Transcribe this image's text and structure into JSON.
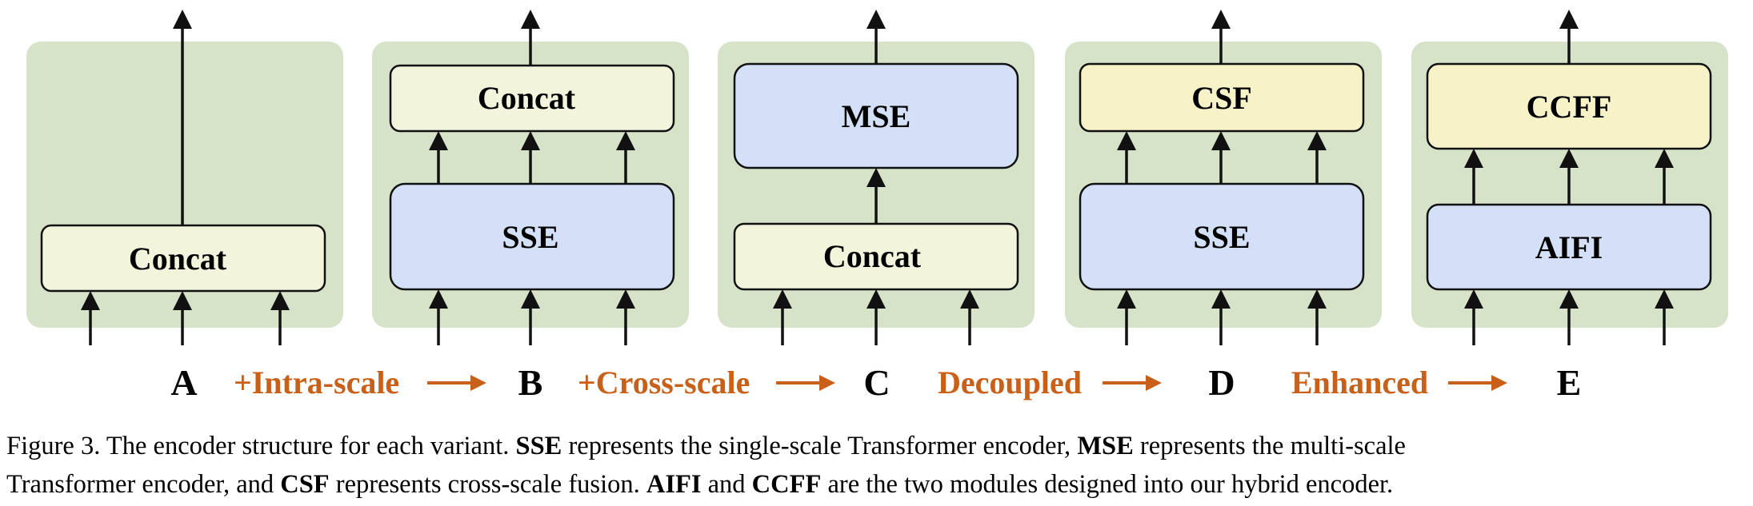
{
  "panels": [
    {
      "id": "A",
      "label": "A",
      "top_block": "Concat",
      "bottom_block": ""
    },
    {
      "id": "B",
      "label": "B",
      "top_block": "Concat",
      "bottom_block": "SSE"
    },
    {
      "id": "C",
      "label": "C",
      "top_block": "MSE",
      "bottom_block": "Concat"
    },
    {
      "id": "D",
      "label": "D",
      "top_block": "CSF",
      "bottom_block": "SSE"
    },
    {
      "id": "E",
      "label": "E",
      "top_block": "CCFF",
      "bottom_block": "AIFI"
    }
  ],
  "transitions": [
    "+Intra-scale",
    "+Cross-scale",
    "Decoupled",
    "Enhanced"
  ],
  "caption": {
    "prefix": "Figure 3. The encoder structure for each variant. ",
    "sse": "SSE",
    "t1": " represents the single-scale Transformer encoder, ",
    "mse": "MSE",
    "t2": " represents the multi-scale",
    "t3": "Transformer encoder, and ",
    "csf": "CSF",
    "t4": " represents cross-scale fusion. ",
    "aifi": "AIFI",
    "t5": " and ",
    "ccff": "CCFF",
    "t6": " are the two modules designed into our hybrid encoder."
  },
  "colors": {
    "panel_bg": "#d6e3c8",
    "concat_fill": "#f2f5dc",
    "blue_fill": "#d3e0f7",
    "yellow_fill": "#f7f2c7",
    "accent_orange": "#c8601a",
    "stroke": "#111111"
  }
}
